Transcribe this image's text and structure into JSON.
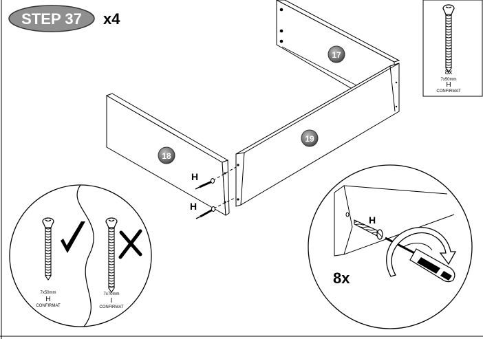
{
  "header": {
    "step_label": "STEP 37",
    "multiplier": "x4"
  },
  "panels": {
    "back_panel": "17",
    "side_panel": "19",
    "front_panel": "18"
  },
  "hardware_box": {
    "qty": "8x",
    "size": "7x50mm",
    "code": "H",
    "type": "CONFIRMAT"
  },
  "screw_labels": {
    "upper": "H",
    "lower": "H"
  },
  "comparison": {
    "correct": {
      "size": "7x50mm",
      "code": "H",
      "type": "CONFIRMAT",
      "mark": "check"
    },
    "wrong": {
      "size": "7x70mm",
      "code": "I",
      "type": "CONFIRMAT",
      "mark": "cross"
    }
  },
  "detail": {
    "screw_code": "H",
    "qty": "8x"
  },
  "icons": [
    "confirmat-screw-icon",
    "screwdriver-icon",
    "rotate-arrow-icon",
    "check-icon",
    "cross-icon"
  ]
}
